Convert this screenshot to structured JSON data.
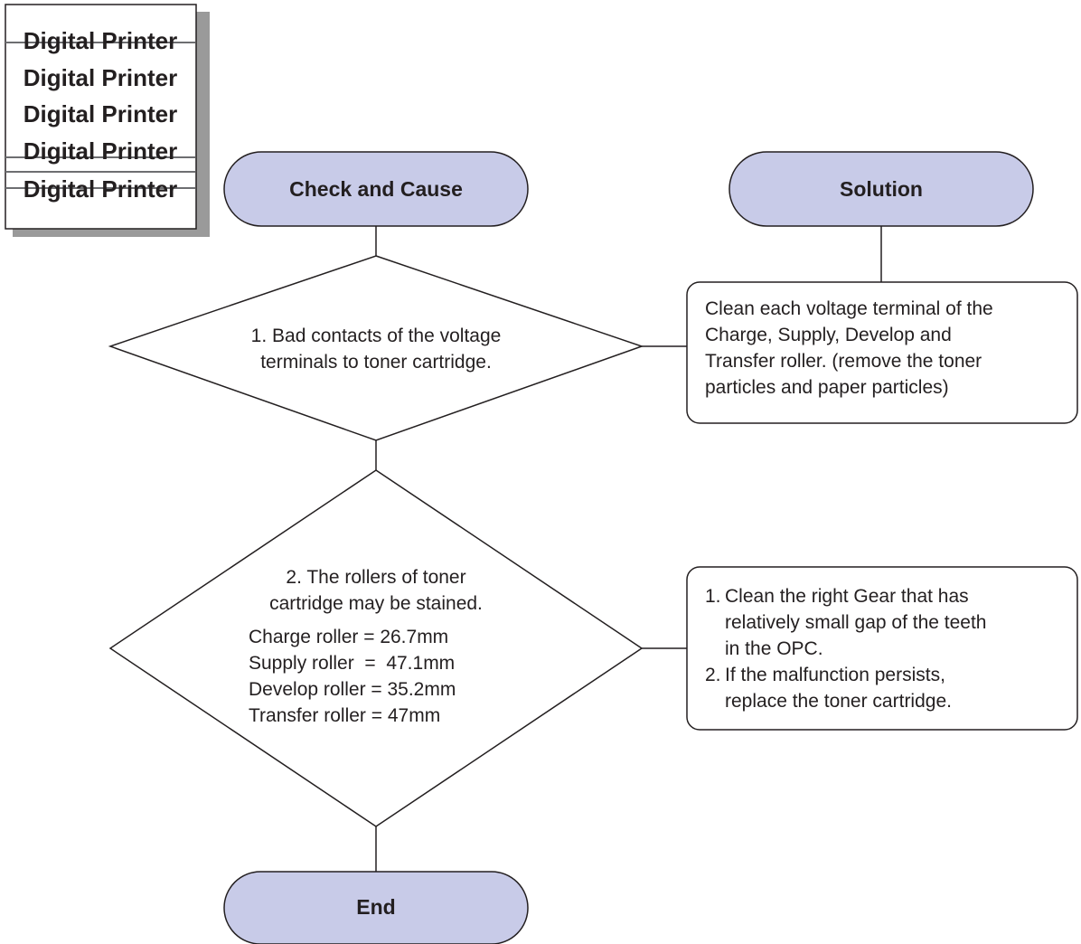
{
  "sample": {
    "lines": [
      "Digital Printer",
      "Digital Printer",
      "Digital Printer",
      "Digital Printer",
      "Digital Printer"
    ]
  },
  "colors": {
    "terminal_fill": "#c8cbe8",
    "line": "#231f20",
    "page_shadow": "#9a9a9a",
    "sample_streak": "#6d6e71"
  },
  "terminals": {
    "check_cause": "Check and Cause",
    "solution": "Solution",
    "end": "End"
  },
  "decisions": {
    "d1": {
      "lines": [
        "1. Bad contacts of the voltage",
        "terminals to toner cartridge."
      ]
    },
    "d2": {
      "title_lines": [
        "2. The rollers of toner",
        "cartridge may be stained."
      ],
      "rollers": [
        "Charge roller = 26.7mm",
        "Supply roller  =  47.1mm",
        "Develop roller = 35.2mm",
        "Transfer roller = 47mm"
      ]
    }
  },
  "solutions": {
    "s1": {
      "lines": [
        "Clean each voltage terminal of the",
        "Charge, Supply, Develop and",
        "Transfer roller. (remove the toner",
        "particles and paper particles)"
      ]
    },
    "s2": {
      "items": [
        {
          "num": "1.",
          "lines": [
            "Clean the right Gear that has",
            "relatively small gap of the teeth",
            "in the OPC."
          ]
        },
        {
          "num": "2.",
          "lines": [
            "If the malfunction persists,",
            "replace the toner cartridge."
          ]
        }
      ]
    }
  }
}
